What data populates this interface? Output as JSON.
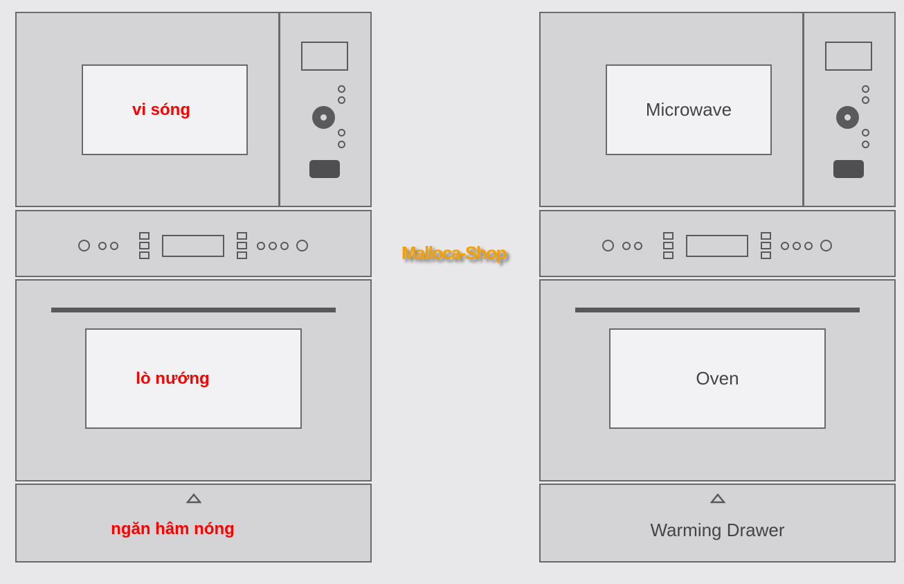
{
  "left": {
    "microwave": "vi sóng",
    "oven": "lò nướng",
    "drawer": "ngăn hâm nóng"
  },
  "right": {
    "microwave": "Microwave",
    "oven": "Oven",
    "drawer": "Warming Drawer"
  },
  "watermark": "Malloca-Shop"
}
